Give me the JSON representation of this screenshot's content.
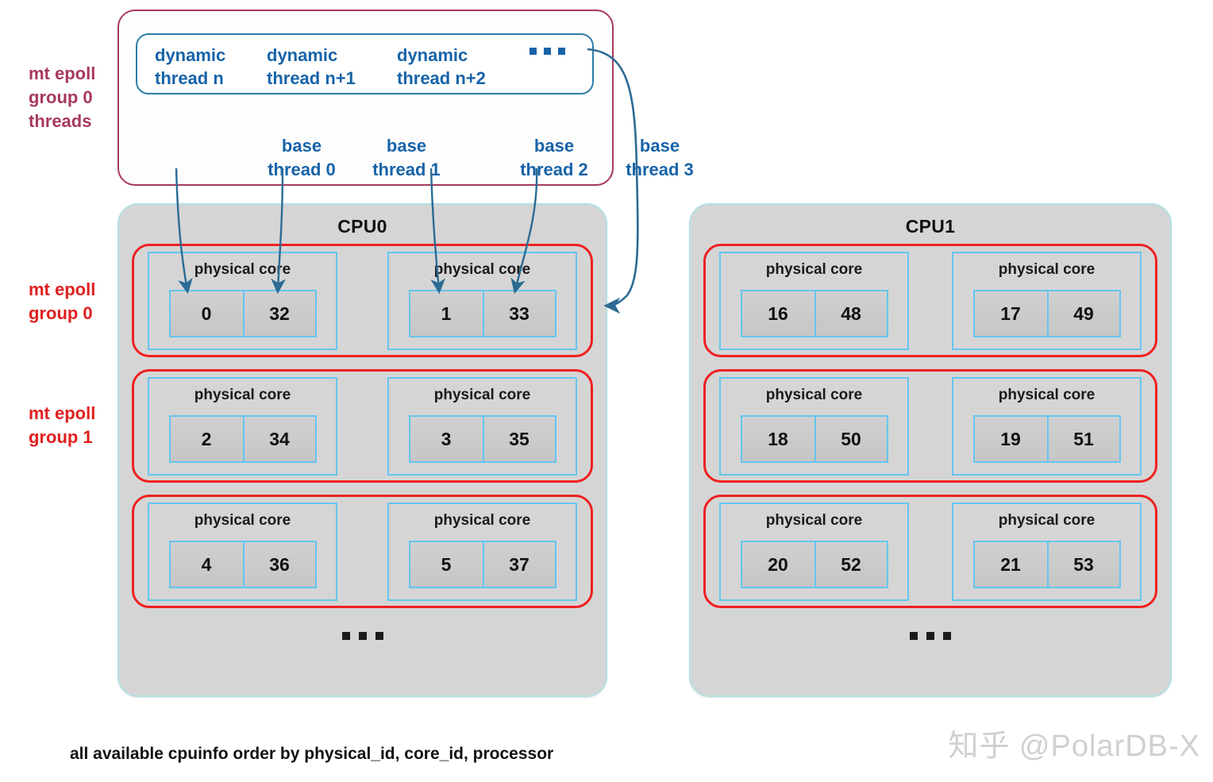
{
  "diagram": {
    "caption": "all available cpuinfo order by physical_id, core_id, processor",
    "watermark": "知乎 @PolarDB-X"
  },
  "thread_group": {
    "side_label": "mt epoll\ngroup 0\nthreads",
    "side_label_lines": [
      "mt epoll",
      "group 0",
      "threads"
    ],
    "dynamic_threads": [
      {
        "line1": "dynamic",
        "line2": "thread n"
      },
      {
        "line1": "dynamic",
        "line2": "thread n+1"
      },
      {
        "line1": "dynamic",
        "line2": "thread n+2"
      }
    ],
    "dynamic_more": "...",
    "base_threads": [
      {
        "line1": "base",
        "line2": "thread 0"
      },
      {
        "line1": "base",
        "line2": "thread 1"
      },
      {
        "line1": "base",
        "line2": "thread 2"
      },
      {
        "line1": "base",
        "line2": "thread 3"
      }
    ]
  },
  "group_labels": [
    {
      "line1": "mt epoll",
      "line2": "group 0"
    },
    {
      "line1": "mt epoll",
      "line2": "group 1"
    }
  ],
  "core_label": "physical core",
  "panel_more": "...",
  "cpus": [
    {
      "title": "CPU0",
      "groups": [
        {
          "cores": [
            {
              "threads": [
                "0",
                "32"
              ]
            },
            {
              "threads": [
                "1",
                "33"
              ]
            }
          ]
        },
        {
          "cores": [
            {
              "threads": [
                "2",
                "34"
              ]
            },
            {
              "threads": [
                "3",
                "35"
              ]
            }
          ]
        },
        {
          "cores": [
            {
              "threads": [
                "4",
                "36"
              ]
            },
            {
              "threads": [
                "5",
                "37"
              ]
            }
          ]
        }
      ]
    },
    {
      "title": "CPU1",
      "groups": [
        {
          "cores": [
            {
              "threads": [
                "16",
                "48"
              ]
            },
            {
              "threads": [
                "17",
                "49"
              ]
            }
          ]
        },
        {
          "cores": [
            {
              "threads": [
                "18",
                "50"
              ]
            },
            {
              "threads": [
                "19",
                "51"
              ]
            }
          ]
        },
        {
          "cores": [
            {
              "threads": [
                "20",
                "52"
              ]
            },
            {
              "threads": [
                "21",
                "53"
              ]
            }
          ]
        }
      ]
    }
  ],
  "colors": {
    "thread_box_border": "#a6395c",
    "thread_text": "#1763a8",
    "group_red": "#f02020",
    "core_blue": "#65c5ef",
    "panel_fill": "#d5d5d5",
    "panel_border": "#b4dfe2",
    "arrow": "#2b6b94"
  }
}
